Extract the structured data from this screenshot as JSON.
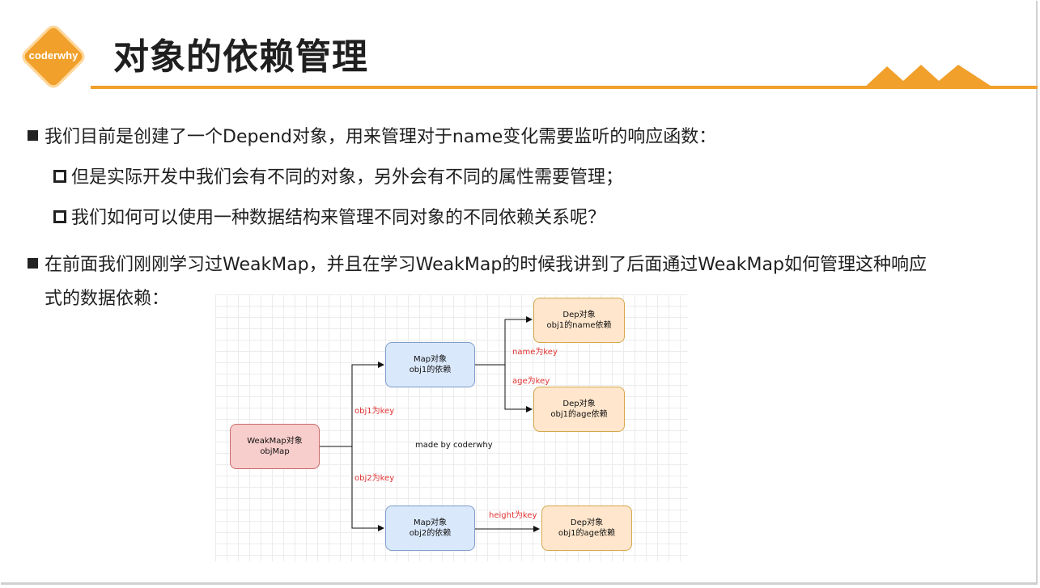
{
  "logo": {
    "text": "coderwhy"
  },
  "title": "对象的依赖管理",
  "bullets": [
    {
      "text": "我们目前是创建了一个Depend对象，用来管理对于name变化需要监听的响应函数："
    },
    {
      "text": "但是实际开发中我们会有不同的对象，另外会有不同的属性需要管理；"
    },
    {
      "text": "我们如何可以使用一种数据结构来管理不同对象的不同依赖关系呢？"
    },
    {
      "text_line1": "在前面我们刚刚学习过WeakMap，并且在学习WeakMap的时候我讲到了后面通过WeakMap如何管理这种响应",
      "text_line2": "式的数据依赖："
    }
  ],
  "diagram": {
    "nodes": {
      "weakmap": {
        "line1": "WeakMap对象",
        "line2": "objMap"
      },
      "map1": {
        "line1": "Map对象",
        "line2": "obj1的依赖"
      },
      "map2": {
        "line1": "Map对象",
        "line2": "obj2的依赖"
      },
      "dep_name": {
        "line1": "Dep对象",
        "line2": "obj1的name依赖"
      },
      "dep_age": {
        "line1": "Dep对象",
        "line2": "obj1的age依赖"
      },
      "dep_height": {
        "line1": "Dep对象",
        "line2": "obj1的age依赖"
      }
    },
    "edge_labels": {
      "obj1": "obj1为key",
      "obj2": "obj2为key",
      "name": "name为key",
      "age": "age为key",
      "height": "height为key"
    },
    "credit": "made by coderwhy"
  },
  "colors": {
    "accent": "#f0a02b",
    "node_red": "#f8cecc",
    "node_blue": "#dae8fc",
    "node_yellow": "#ffe6cc",
    "edge_label": "#e03030"
  }
}
